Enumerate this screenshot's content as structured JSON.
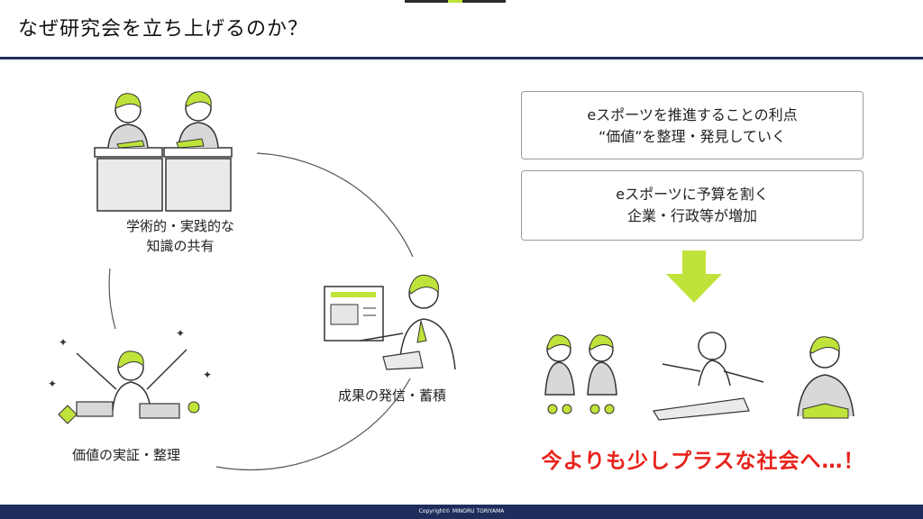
{
  "slide": {
    "title": "なぜ研究会を立ち上げるのか？",
    "footer": "Copyright© MINORU TORIYAMA"
  },
  "cycle": {
    "items": [
      {
        "line1": "学術的・実践的な",
        "line2": "知識の共有"
      },
      {
        "line1": "成果の発信・蓄積"
      },
      {
        "line1": "価値の実証・整理"
      }
    ]
  },
  "benefits": {
    "box1": {
      "line1": "eスポーツを推進することの利点",
      "line2": "“価値”を整理・発見していく"
    },
    "box2": {
      "line1": "eスポーツに予算を割く",
      "line2": "企業・行政等が増加"
    }
  },
  "slogan": "今よりも少しプラスな社会へ…！",
  "colors": {
    "accent": "#bfe33a",
    "navy": "#1f2d5c",
    "slogan": "#e8221b"
  },
  "icons": {
    "arrow": "down-arrow-icon"
  }
}
